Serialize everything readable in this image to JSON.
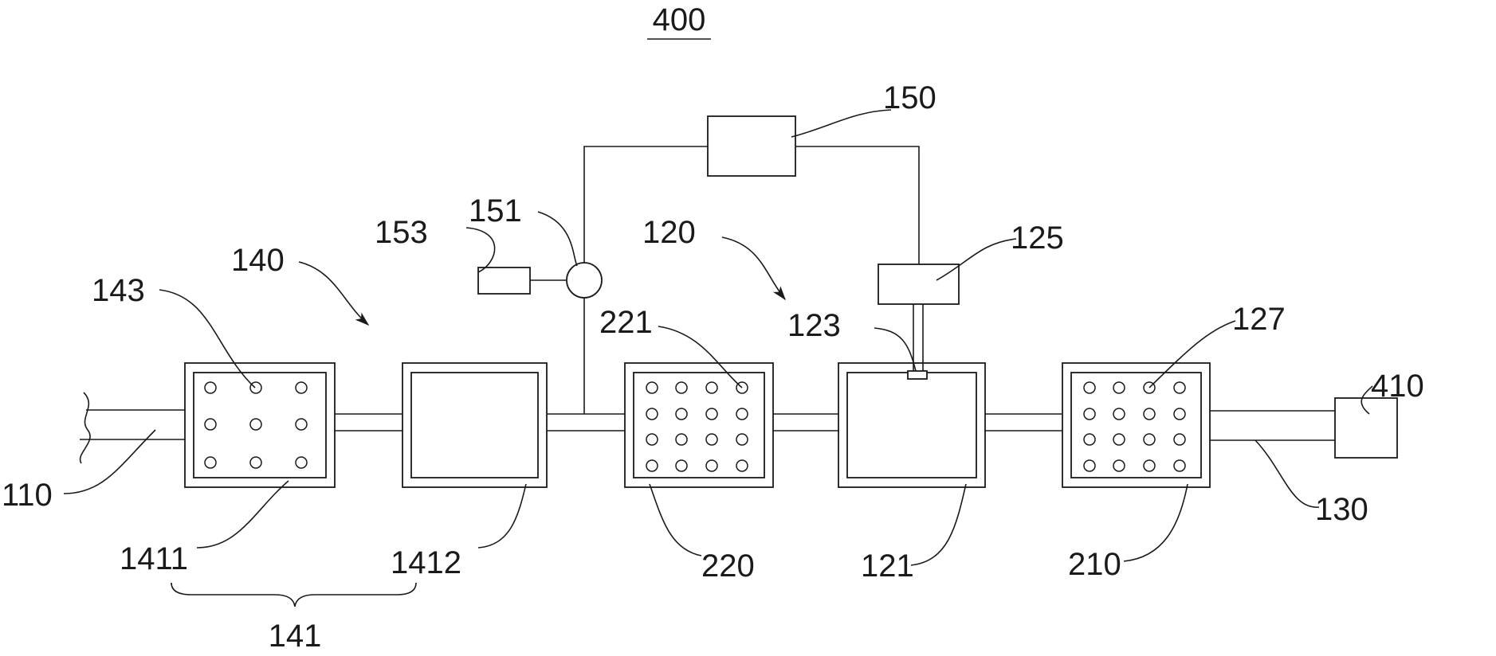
{
  "figure": {
    "title": "400",
    "labels": {
      "l110": "110",
      "l120": "120",
      "l121": "121",
      "l123": "123",
      "l125": "125",
      "l127": "127",
      "l130": "130",
      "l140": "140",
      "l141": "141",
      "l143": "143",
      "l150": "150",
      "l151": "151",
      "l153": "153",
      "l210": "210",
      "l220": "220",
      "l221": "221",
      "l410": "410",
      "l1411": "1411",
      "l1412": "1412"
    }
  }
}
